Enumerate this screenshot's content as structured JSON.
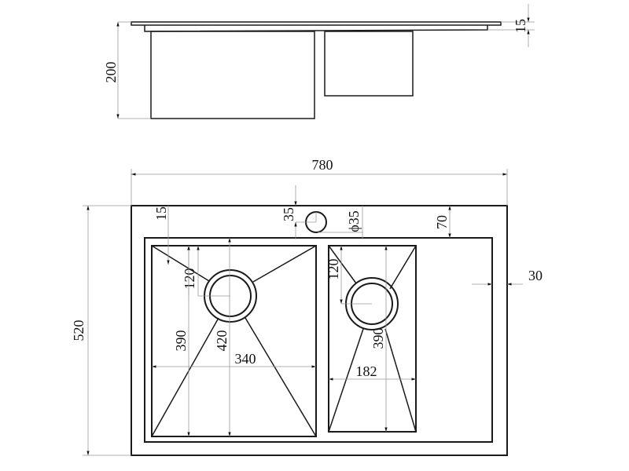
{
  "title": "Double bowl sink technical drawing",
  "side_view": {
    "height_label": "200",
    "lip_label": "15"
  },
  "plan_view": {
    "overall_width": "780",
    "overall_depth": "520",
    "flange_label": "15",
    "tap_offset": "35",
    "tap_diameter": "ϕ35",
    "back_margin": "70",
    "side_margin": "30",
    "left_bowl": {
      "drain_offset": "120",
      "depth": "390",
      "diagonal": "420",
      "width": "340"
    },
    "right_bowl": {
      "drain_offset": "120",
      "depth": "390",
      "width": "182"
    }
  }
}
